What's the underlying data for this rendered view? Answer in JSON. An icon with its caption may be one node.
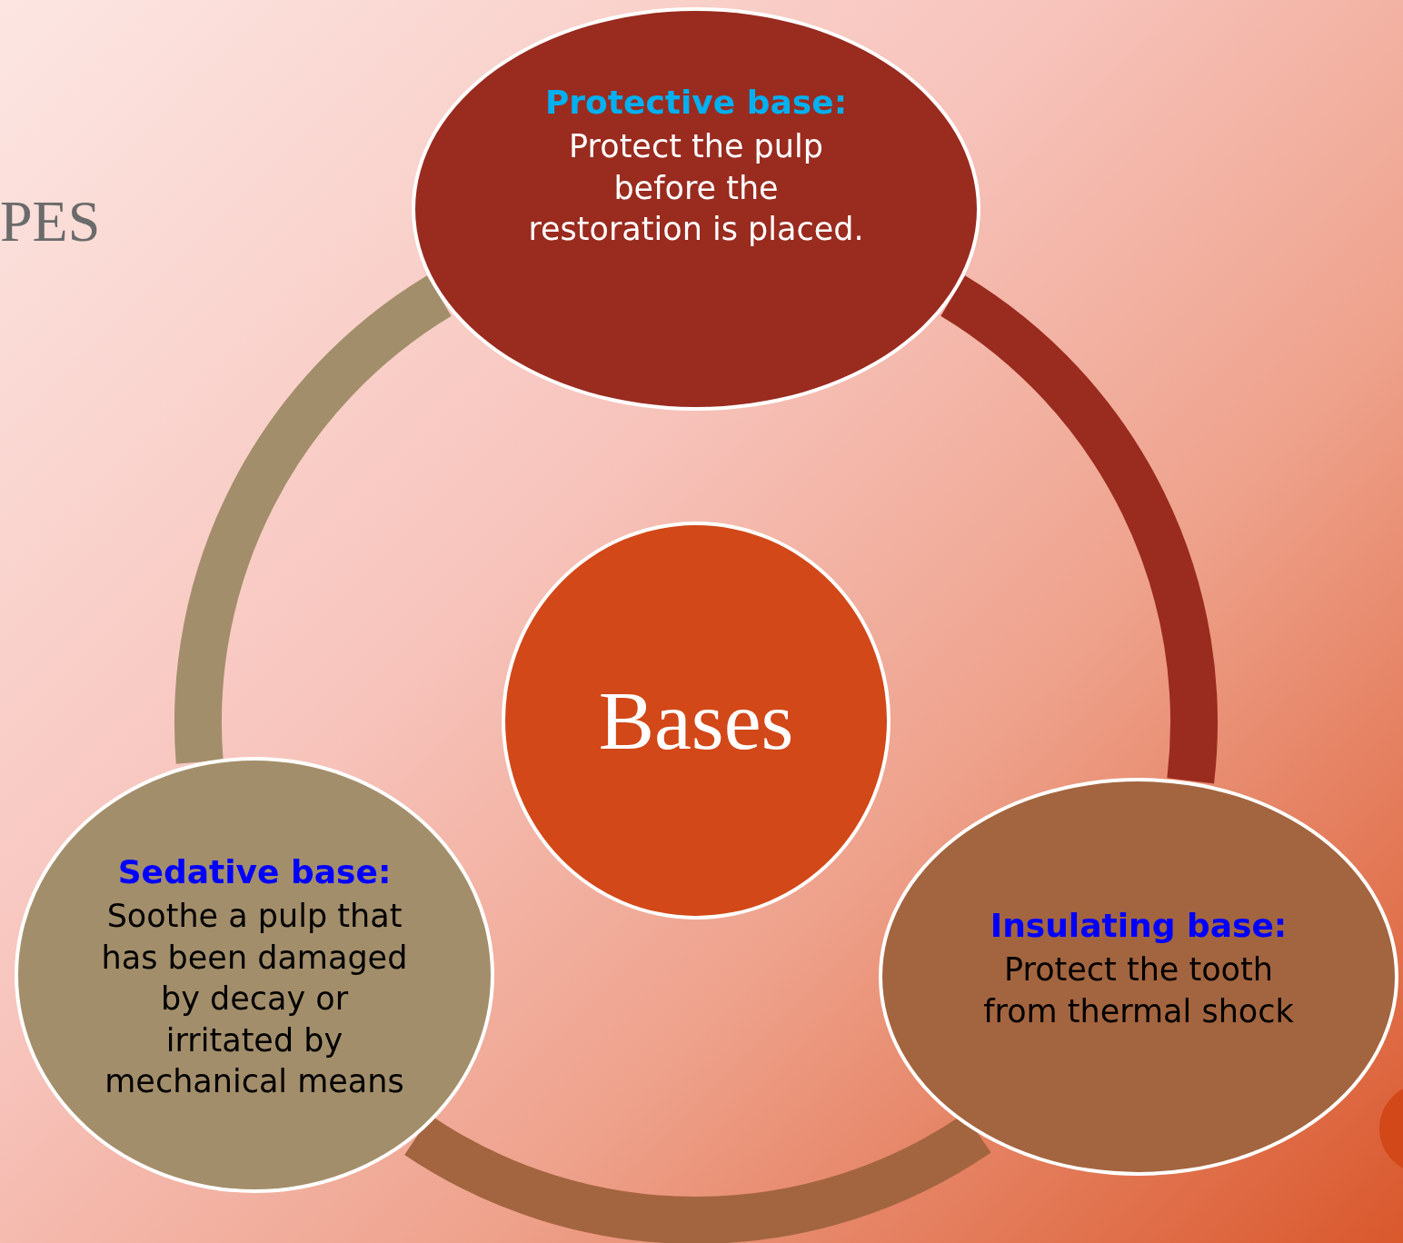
{
  "diagram": {
    "nodes": [
      {
        "text": [
          "Protective base:",
          "Protect the pulp before the restoration is placed."
        ]
      },
      {
        "text": [
          "Bases"
        ]
      },
      {
        "text": [
          "Sedative base:",
          "Soothe a pulp that has been damaged by decay or irritated by mechanical means"
        ]
      },
      {
        "text": [
          "Insulating base:",
          "Protect the tooth from thermal shock"
        ]
      }
    ],
    "edges": [
      {
        "from": 0,
        "to": 3,
        "arrow": "none",
        "color": "#9a2b1f"
      },
      {
        "from": 3,
        "to": 2,
        "arrow": "none",
        "color": "#a3653f"
      },
      {
        "from": 2,
        "to": 0,
        "arrow": "none",
        "color": "#a38e6b"
      }
    ],
    "labels": [
      "PES"
    ]
  }
}
